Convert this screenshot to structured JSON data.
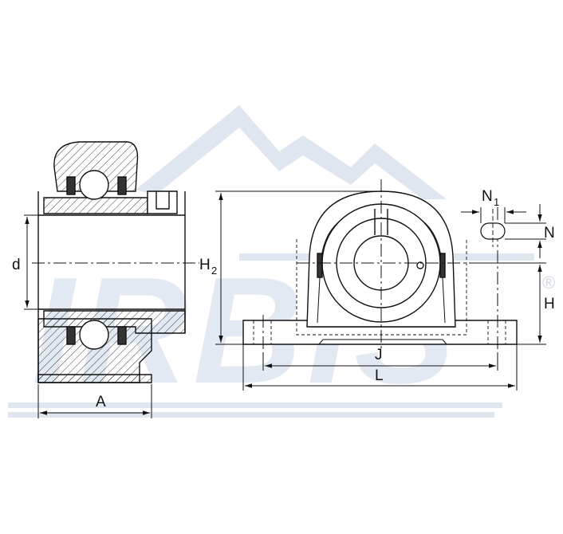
{
  "watermark": {
    "brand": "IRBIS",
    "registered_mark": "®",
    "color": "#dfe6f0"
  },
  "labels": {
    "d": "d",
    "A": "A",
    "H2_main": "H",
    "H2_sub": "2",
    "N1_main": "N",
    "N1_sub": "1",
    "N": "N",
    "H": "H",
    "J": "J",
    "L": "L"
  },
  "colors": {
    "line": "#111111",
    "hatch": "#111111"
  }
}
